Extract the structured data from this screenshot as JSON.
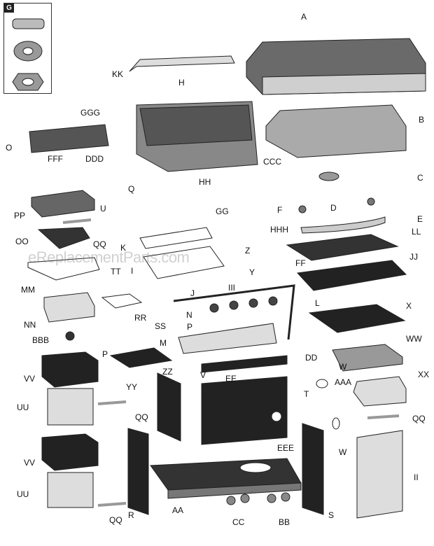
{
  "inset": {
    "tag": "G"
  },
  "watermark": "eReplacementParts.com",
  "labels": [
    "A",
    "KK",
    "H",
    "GGG",
    "B",
    "O",
    "FFF",
    "DDD",
    "CCC",
    "C",
    "Q",
    "HH",
    "U",
    "GG",
    "F",
    "D",
    "PP",
    "QQ",
    "E",
    "OO",
    "K",
    "HHH",
    "LL",
    "MM",
    "I",
    "Z",
    "FF",
    "JJ",
    "J",
    "III",
    "Y",
    "TT",
    "NN",
    "L",
    "X",
    "N",
    "P",
    "RR",
    "SS",
    "BBB",
    "M",
    "WW",
    "P",
    "DD",
    "W",
    "XX",
    "VV",
    "ZZ",
    "EE",
    "AAA",
    "YY",
    "V",
    "T",
    "QQ",
    "UU",
    "W",
    "QQ",
    "VV",
    "EEE",
    "II",
    "R",
    "AA",
    "S",
    "UU",
    "QQ",
    "CC",
    "BB"
  ]
}
